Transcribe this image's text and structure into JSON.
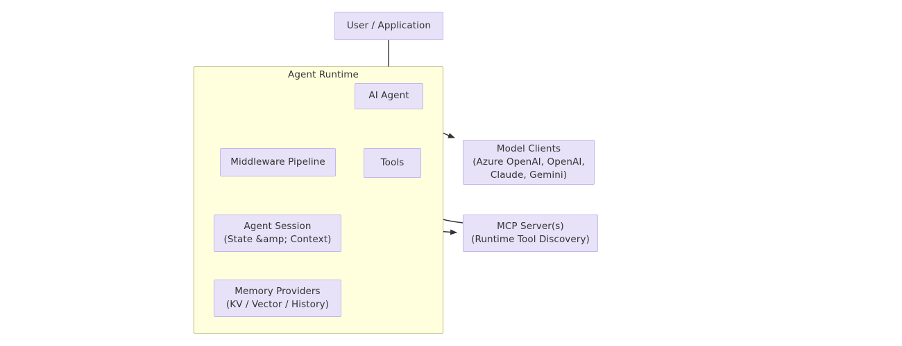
{
  "diagram": {
    "type": "flowchart",
    "title_label": "Agent Runtime",
    "background_color": "#ffffff",
    "node_fill": "#e7e2f8",
    "node_stroke": "#c5b7eb",
    "subgraph_fill": "#ffffde",
    "subgraph_stroke": "#b7b76f",
    "edge_color": "#333333",
    "text_color": "#333333"
  },
  "nodes": {
    "user": {
      "label": "User / Application"
    },
    "agent": {
      "label": "AI Agent"
    },
    "middleware": {
      "label": "Middleware Pipeline"
    },
    "tools": {
      "label": "Tools"
    },
    "model_clients": {
      "label": "Model Clients\n(Azure OpenAI, OpenAI,\nClaude, Gemini)"
    },
    "session": {
      "label": "Agent Session\n(State &amp; Context)"
    },
    "mcp": {
      "label": "MCP Server(s)\n(Runtime Tool Discovery)"
    },
    "memory": {
      "label": "Memory Providers\n(KV / Vector / History)"
    }
  },
  "subgraph": {
    "label": "Agent Runtime",
    "members": [
      "agent",
      "middleware",
      "tools",
      "session",
      "memory"
    ]
  },
  "edges": [
    {
      "from": "user",
      "to": "agent",
      "style": "solid",
      "arrow": "end"
    },
    {
      "from": "agent",
      "to": "middleware",
      "style": "solid",
      "arrow": "end"
    },
    {
      "from": "agent",
      "to": "tools",
      "style": "solid",
      "arrow": "end"
    },
    {
      "from": "agent",
      "to": "model_clients",
      "style": "solid",
      "arrow": "end"
    },
    {
      "from": "middleware",
      "to": "session",
      "style": "solid",
      "arrow": "end"
    },
    {
      "from": "session",
      "to": "memory",
      "style": "solid",
      "arrow": "end"
    },
    {
      "from": "tools",
      "to": "mcp",
      "style": "solid",
      "arrow": "end"
    },
    {
      "from": "mcp",
      "to": "tools",
      "style": "solid",
      "arrow": "end"
    }
  ]
}
